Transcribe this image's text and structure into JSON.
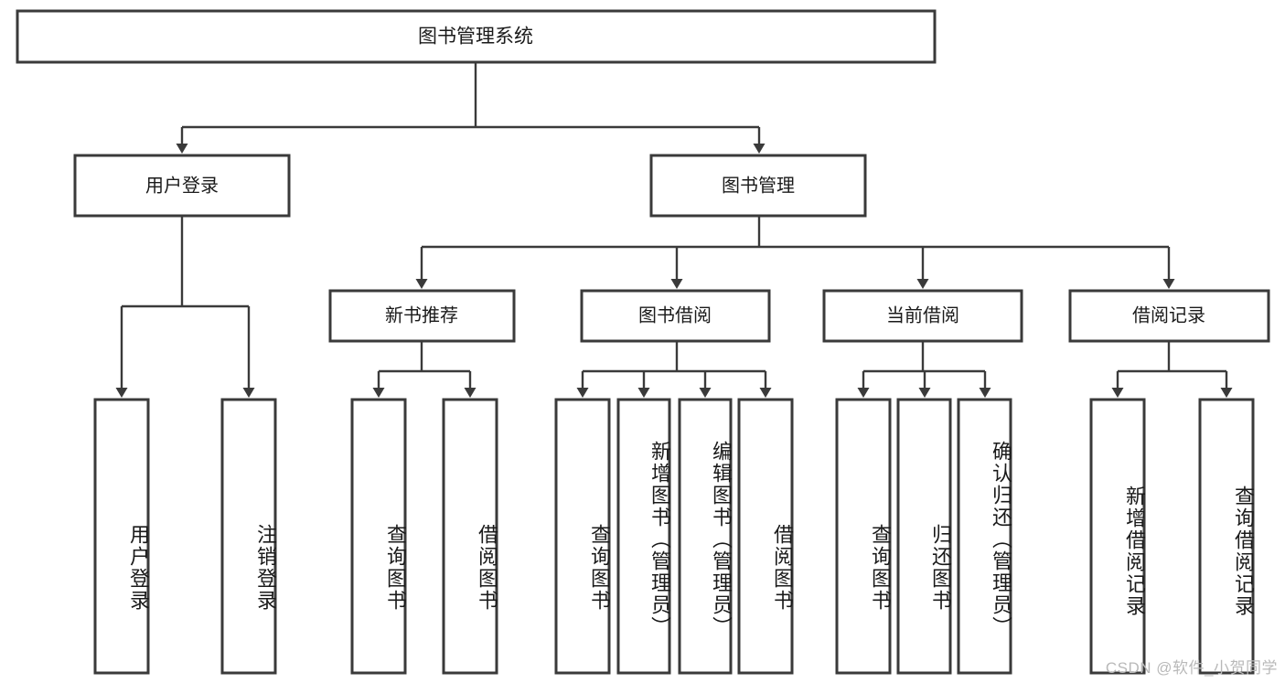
{
  "diagram": {
    "type": "tree-hierarchy-chart",
    "title": "图书管理系统",
    "background_color": "#ffffff",
    "line_color": "#3a3a3a",
    "box_fill": "#ffffff",
    "text_color": "#1a1a1a",
    "root": {
      "id": "root",
      "label": "图书管理系统",
      "orientation": "horizontal"
    },
    "level1": [
      {
        "id": "user-login",
        "label": "用户登录",
        "orientation": "horizontal"
      },
      {
        "id": "book-manage",
        "label": "图书管理",
        "orientation": "horizontal"
      }
    ],
    "level2": [
      {
        "id": "new-book-recommend",
        "label": "新书推荐",
        "parent": "book-manage",
        "orientation": "horizontal"
      },
      {
        "id": "book-borrow",
        "label": "图书借阅",
        "parent": "book-manage",
        "orientation": "horizontal"
      },
      {
        "id": "current-borrow",
        "label": "当前借阅",
        "parent": "book-manage",
        "orientation": "horizontal"
      },
      {
        "id": "borrow-record",
        "label": "借阅记录",
        "parent": "book-manage",
        "orientation": "horizontal"
      }
    ],
    "leaves": [
      {
        "id": "leaf-user-login",
        "label": "用户登录",
        "parent": "user-login",
        "orientation": "vertical"
      },
      {
        "id": "leaf-user-logout",
        "label": "注销登录",
        "parent": "user-login",
        "orientation": "vertical"
      },
      {
        "id": "leaf-query-book-1",
        "label": "查询图书",
        "parent": "new-book-recommend",
        "orientation": "vertical"
      },
      {
        "id": "leaf-borrow-book-1",
        "label": "借阅图书",
        "parent": "new-book-recommend",
        "orientation": "vertical"
      },
      {
        "id": "leaf-query-book-2",
        "label": "查询图书",
        "parent": "book-borrow",
        "orientation": "vertical"
      },
      {
        "id": "leaf-add-book",
        "label": "新增图书（管理员）",
        "parent": "book-borrow",
        "orientation": "vertical"
      },
      {
        "id": "leaf-edit-book",
        "label": "编辑图书（管理员）",
        "parent": "book-borrow",
        "orientation": "vertical"
      },
      {
        "id": "leaf-borrow-book-2",
        "label": "借阅图书",
        "parent": "book-borrow",
        "orientation": "vertical"
      },
      {
        "id": "leaf-query-book-3",
        "label": "查询图书",
        "parent": "current-borrow",
        "orientation": "vertical"
      },
      {
        "id": "leaf-return-book",
        "label": "归还图书",
        "parent": "current-borrow",
        "orientation": "vertical"
      },
      {
        "id": "leaf-confirm-return",
        "label": "确认归还（管理员）",
        "parent": "current-borrow",
        "orientation": "vertical"
      },
      {
        "id": "leaf-add-record",
        "label": "新增借阅记录",
        "parent": "borrow-record",
        "orientation": "vertical"
      },
      {
        "id": "leaf-query-record",
        "label": "查询借阅记录",
        "parent": "borrow-record",
        "orientation": "vertical"
      }
    ]
  },
  "watermark": {
    "text": "CSDN @软件_小贺同学"
  }
}
